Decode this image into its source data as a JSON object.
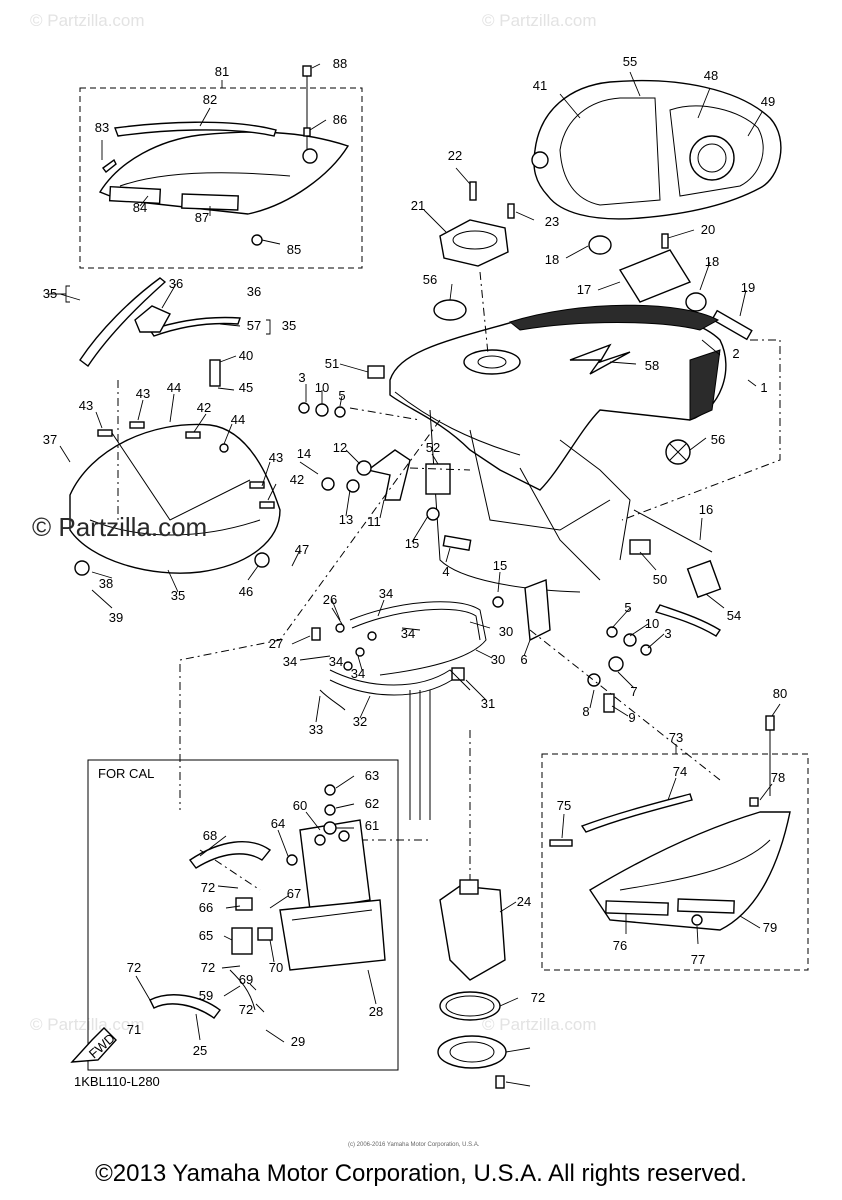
{
  "watermark": "© Partzilla.com",
  "watermark_large": "© Partzilla.com",
  "section_label": "FOR CAL",
  "fwd_label": "FWD",
  "diagram_code": "1KBL110-L280",
  "copyright": "©2013 Yamaha Motor Corporation, U.S.A. All rights reserved.",
  "fine_print": "(c) 2006-2016 Yamaha Motor Corporation, U.S.A.",
  "callouts": [
    "88",
    "81",
    "82",
    "86",
    "83",
    "84",
    "87",
    "85",
    "22",
    "55",
    "41",
    "48",
    "49",
    "21",
    "23",
    "20",
    "18",
    "17",
    "18",
    "19",
    "35",
    "36",
    "57",
    "36",
    "35",
    "56",
    "40",
    "51",
    "45",
    "3",
    "10",
    "5",
    "44",
    "43",
    "43",
    "42",
    "44",
    "58",
    "2",
    "1",
    "37",
    "52",
    "56",
    "14",
    "12",
    "43",
    "42",
    "16",
    "13",
    "11",
    "15",
    "47",
    "50",
    "54",
    "35",
    "38",
    "46",
    "4",
    "39",
    "34",
    "26",
    "15",
    "27",
    "30",
    "34",
    "5",
    "10",
    "3",
    "34",
    "34",
    "34",
    "30",
    "6",
    "7",
    "31",
    "33",
    "32",
    "8",
    "9",
    "80",
    "73",
    "63",
    "74",
    "62",
    "60",
    "61",
    "64",
    "78",
    "75",
    "68",
    "72",
    "67",
    "66",
    "79",
    "24",
    "65",
    "76",
    "77",
    "72",
    "70",
    "72",
    "69",
    "59",
    "28",
    "72",
    "71",
    "72",
    "25",
    "29"
  ]
}
